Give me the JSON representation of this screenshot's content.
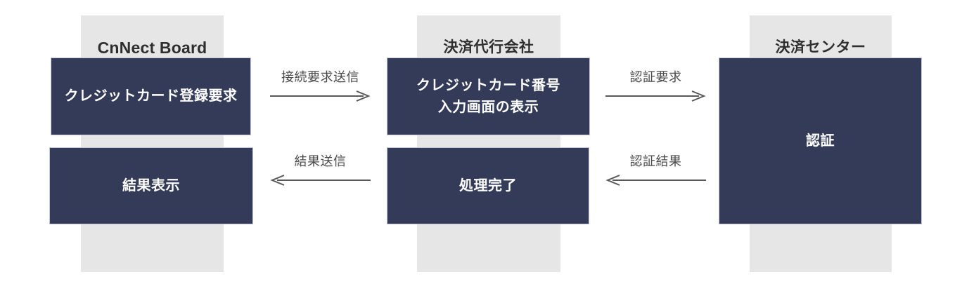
{
  "diagram": {
    "lanes": {
      "board": {
        "title": "CnNect Board"
      },
      "agency": {
        "title": "決済代行会社"
      },
      "center": {
        "title": "決済センター"
      }
    },
    "boxes": {
      "registration_request": {
        "label": "クレジットカード登録要求"
      },
      "result_display": {
        "label": "結果表示"
      },
      "card_input_screen": {
        "line1": "クレジットカード番号",
        "line2": "入力画面の表示"
      },
      "processing_complete": {
        "label": "処理完了"
      },
      "authentication": {
        "label": "認証"
      }
    },
    "arrows": {
      "connection_request": {
        "label": "接続要求送信",
        "direction": "right",
        "from": "registration_request",
        "to": "card_input_screen"
      },
      "auth_request": {
        "label": "認証要求",
        "direction": "right",
        "from": "card_input_screen",
        "to": "authentication"
      },
      "result_send": {
        "label": "結果送信",
        "direction": "left",
        "from": "processing_complete",
        "to": "result_display"
      },
      "auth_result": {
        "label": "認証結果",
        "direction": "left",
        "from": "authentication",
        "to": "processing_complete"
      }
    },
    "colors": {
      "page_background": "#FFFFFF",
      "lane_background": "#E6E6E6",
      "lane_title_text": "#2F2F2F",
      "box_background": "#333B58",
      "box_border": "#C8C9D8",
      "box_text": "#FFFFFF",
      "arrow_stroke": "#58585A",
      "arrow_label_text": "#4A4A4A"
    }
  }
}
